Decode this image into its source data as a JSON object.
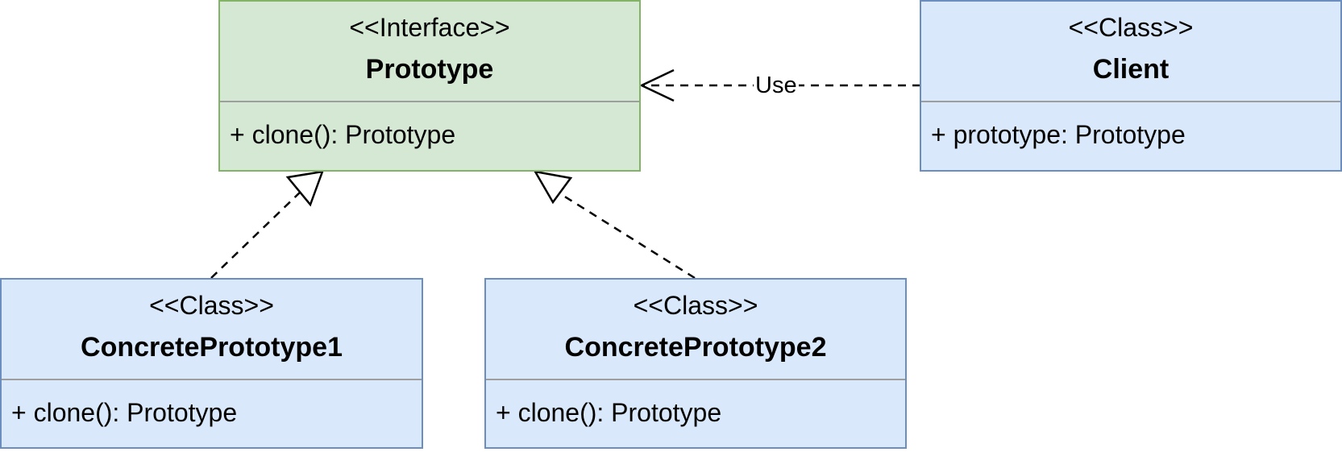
{
  "diagram": {
    "colors": {
      "interface_fill": "#d5e8d4",
      "interface_stroke": "#82b366",
      "class_fill": "#dae8fc",
      "class_stroke": "#6c8ebf",
      "separator": "#9e9e9e",
      "edge": "#000000"
    },
    "prototype": {
      "stereotype": "<<Interface>>",
      "name": "Prototype",
      "member": "+ clone(): Prototype"
    },
    "client": {
      "stereotype": "<<Class>>",
      "name": "Client",
      "member": "+ prototype: Prototype"
    },
    "concrete1": {
      "stereotype": "<<Class>>",
      "name": "ConcretePrototype1",
      "member": "+ clone(): Prototype"
    },
    "concrete2": {
      "stereotype": "<<Class>>",
      "name": "ConcretePrototype2",
      "member": "+ clone(): Prototype"
    },
    "edges": {
      "use_label": "Use"
    }
  }
}
